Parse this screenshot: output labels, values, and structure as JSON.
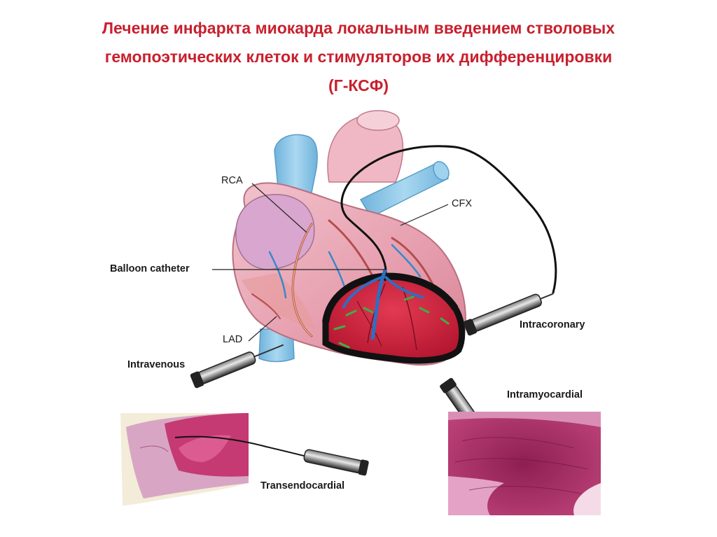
{
  "title": {
    "line1": "Лечение инфаркта миокарда локальным введением стволовых",
    "line2": "гемопоэтических клеток и стимуляторов их дифференцировки",
    "line3": "(Г-КСФ)"
  },
  "labels": {
    "rca": "RCA",
    "cfx": "CFX",
    "balloon_catheter": "Balloon catheter",
    "lad": "LAD",
    "intravenous": "Intravenous",
    "intracoronary": "Intracoronary",
    "intramyocardial": "Intramyocardial",
    "transendocardial": "Transendocardial"
  },
  "colors": {
    "title": "#c8202e",
    "vein_blue": "#8cc6e6",
    "heart_pink": "#e9a3b2",
    "infarct_red": "#d01c3a",
    "tissue_magenta": "#b1306a"
  }
}
